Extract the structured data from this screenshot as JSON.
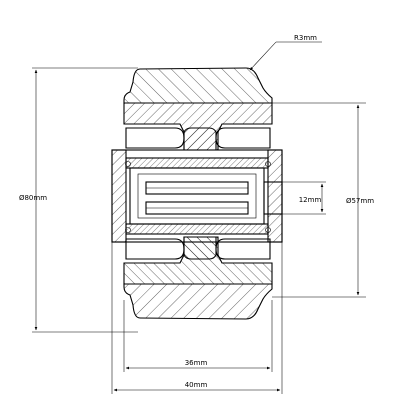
{
  "drawing": {
    "type": "wheel cross-section",
    "dimensions": {
      "radius_label": "R3mm",
      "outer_diameter_label": "Ø80mm",
      "hub_diameter_label": "Ø57mm",
      "bore_label": "12mm",
      "inner_width_label": "36mm",
      "overall_width_label": "40mm"
    }
  }
}
